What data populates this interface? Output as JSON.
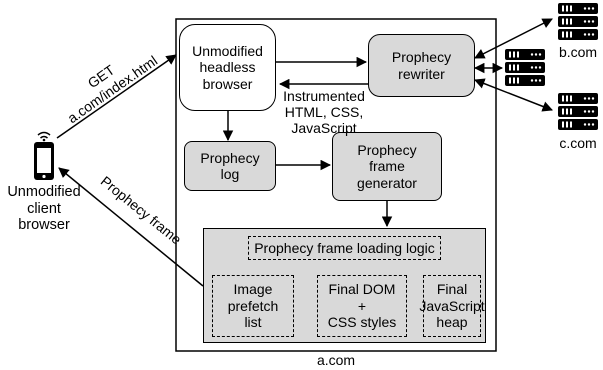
{
  "server_domain": "a.com",
  "client": {
    "label": "Unmodified\nclient\nbrowser",
    "icon": "smartphone-icon"
  },
  "nodes": {
    "headless_browser": "Unmodified\nheadless\nbrowser",
    "rewriter": "Prophecy\nrewriter",
    "log": "Prophecy\nlog",
    "frame_generator": "Prophecy\nframe\ngenerator"
  },
  "frame_box": {
    "loading_logic": "Prophecy frame loading logic",
    "image_prefetch": "Image\nprefetch\nlist",
    "final_dom": "Final DOM\n+\nCSS styles",
    "js_heap": "Final\nJavaScript\nheap"
  },
  "edge_labels": {
    "get_request": "GET\na.com/index.html",
    "prophecy_frame": "Prophecy frame",
    "instrumented": "Instrumented\nHTML, CSS,\nJavaScript"
  },
  "external_servers": [
    {
      "label": "b.com",
      "icon": "server-rack-icon"
    },
    {
      "label": "c.com",
      "icon": "server-rack-icon"
    }
  ],
  "middle_servers": {
    "icon": "server-rack-icon"
  }
}
